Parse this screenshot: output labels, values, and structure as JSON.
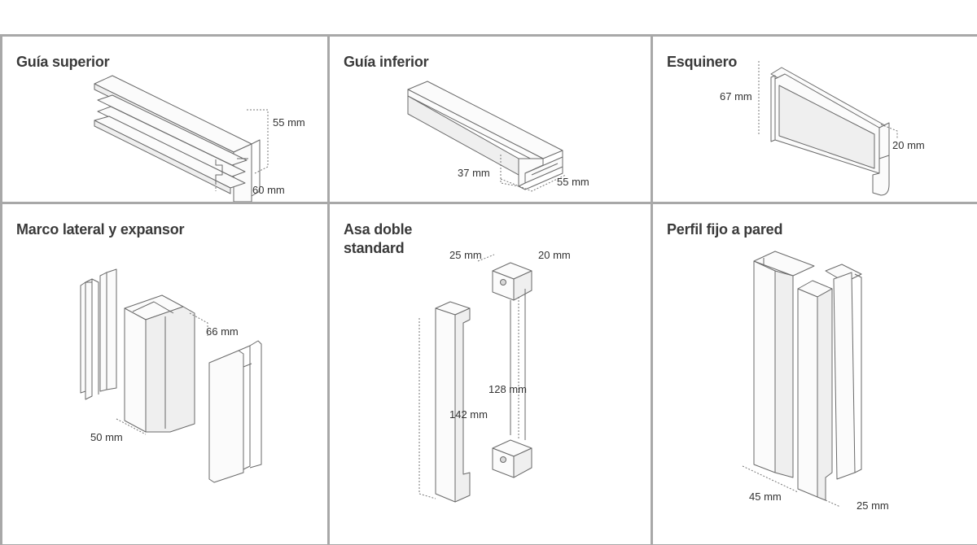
{
  "panels": [
    {
      "title": "Guía superior",
      "dims": [
        "55 mm",
        "60 mm"
      ]
    },
    {
      "title": "Guía inferior",
      "dims": [
        "37 mm",
        "55 mm"
      ]
    },
    {
      "title": "Esquinero",
      "dims": [
        "67 mm",
        "20 mm"
      ]
    },
    {
      "title": "Marco lateral y expansor",
      "dims": [
        "66 mm",
        "50 mm"
      ]
    },
    {
      "title_lines": [
        "Asa doble",
        "standard"
      ],
      "dims": [
        "25 mm",
        "20 mm",
        "142 mm",
        "128 mm"
      ]
    },
    {
      "title": "Perfil fijo a pared",
      "dims": [
        "45 mm",
        "25 mm"
      ]
    }
  ]
}
